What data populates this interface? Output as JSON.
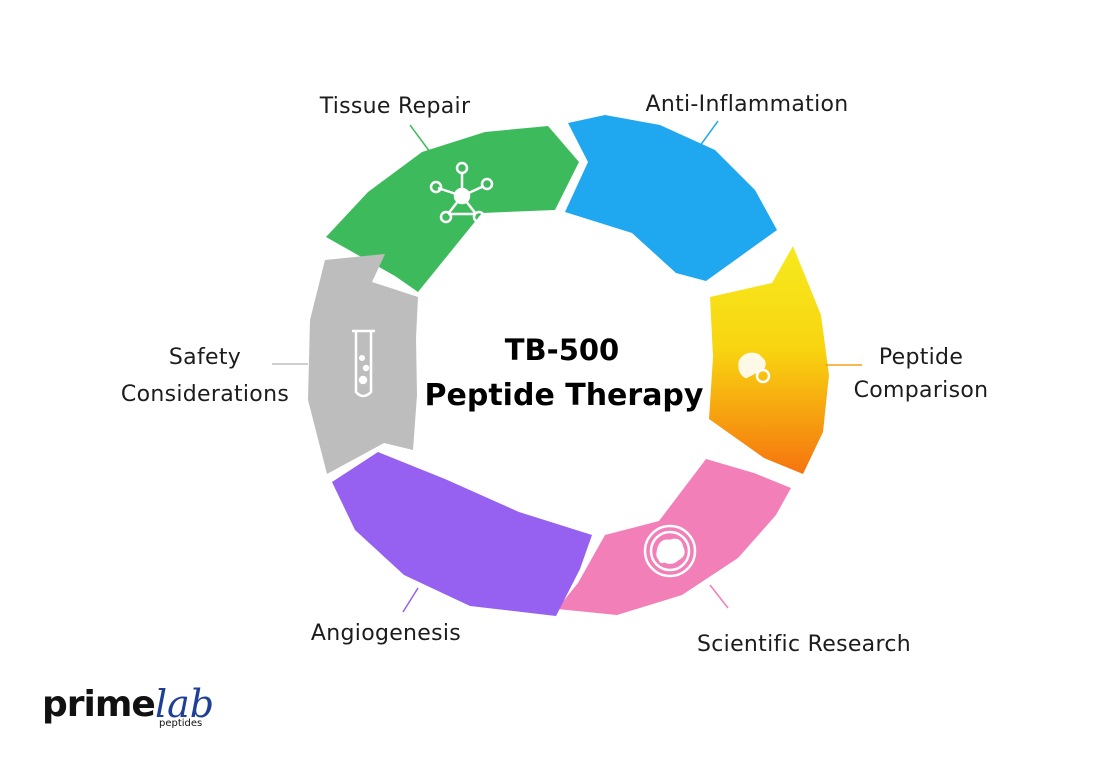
{
  "center": {
    "line1": "TB-500",
    "line2": "Peptide Therapy"
  },
  "segments": [
    {
      "id": "tissue-repair",
      "label_lines": [
        "Tissue Repair"
      ],
      "color": "#3dbb5c",
      "icon": "molecule-network-icon"
    },
    {
      "id": "anti-inflammation",
      "label_lines": [
        "Anti-Inflammation"
      ],
      "color": "#1fa8ef",
      "icon": ""
    },
    {
      "id": "peptide-comparison",
      "label_lines": [
        "Peptide",
        "Comparison"
      ],
      "color_top": "#f5e61c",
      "color_bottom": "#f57a12",
      "icon": "capsule-icon"
    },
    {
      "id": "scientific-research",
      "label_lines": [
        "Scientific Research"
      ],
      "color": "#f27fb8",
      "icon": "petri-dish-icon"
    },
    {
      "id": "angiogenesis",
      "label_lines": [
        "Angiogenesis"
      ],
      "color": "#9660f0",
      "icon": ""
    },
    {
      "id": "safety-considerations",
      "label_lines": [
        "Safety",
        "Considerations"
      ],
      "color": "#bdbdbd",
      "icon": "test-tube-icon"
    }
  ],
  "logo": {
    "prime": "prime",
    "lab": "lab",
    "sub": "peptides"
  }
}
